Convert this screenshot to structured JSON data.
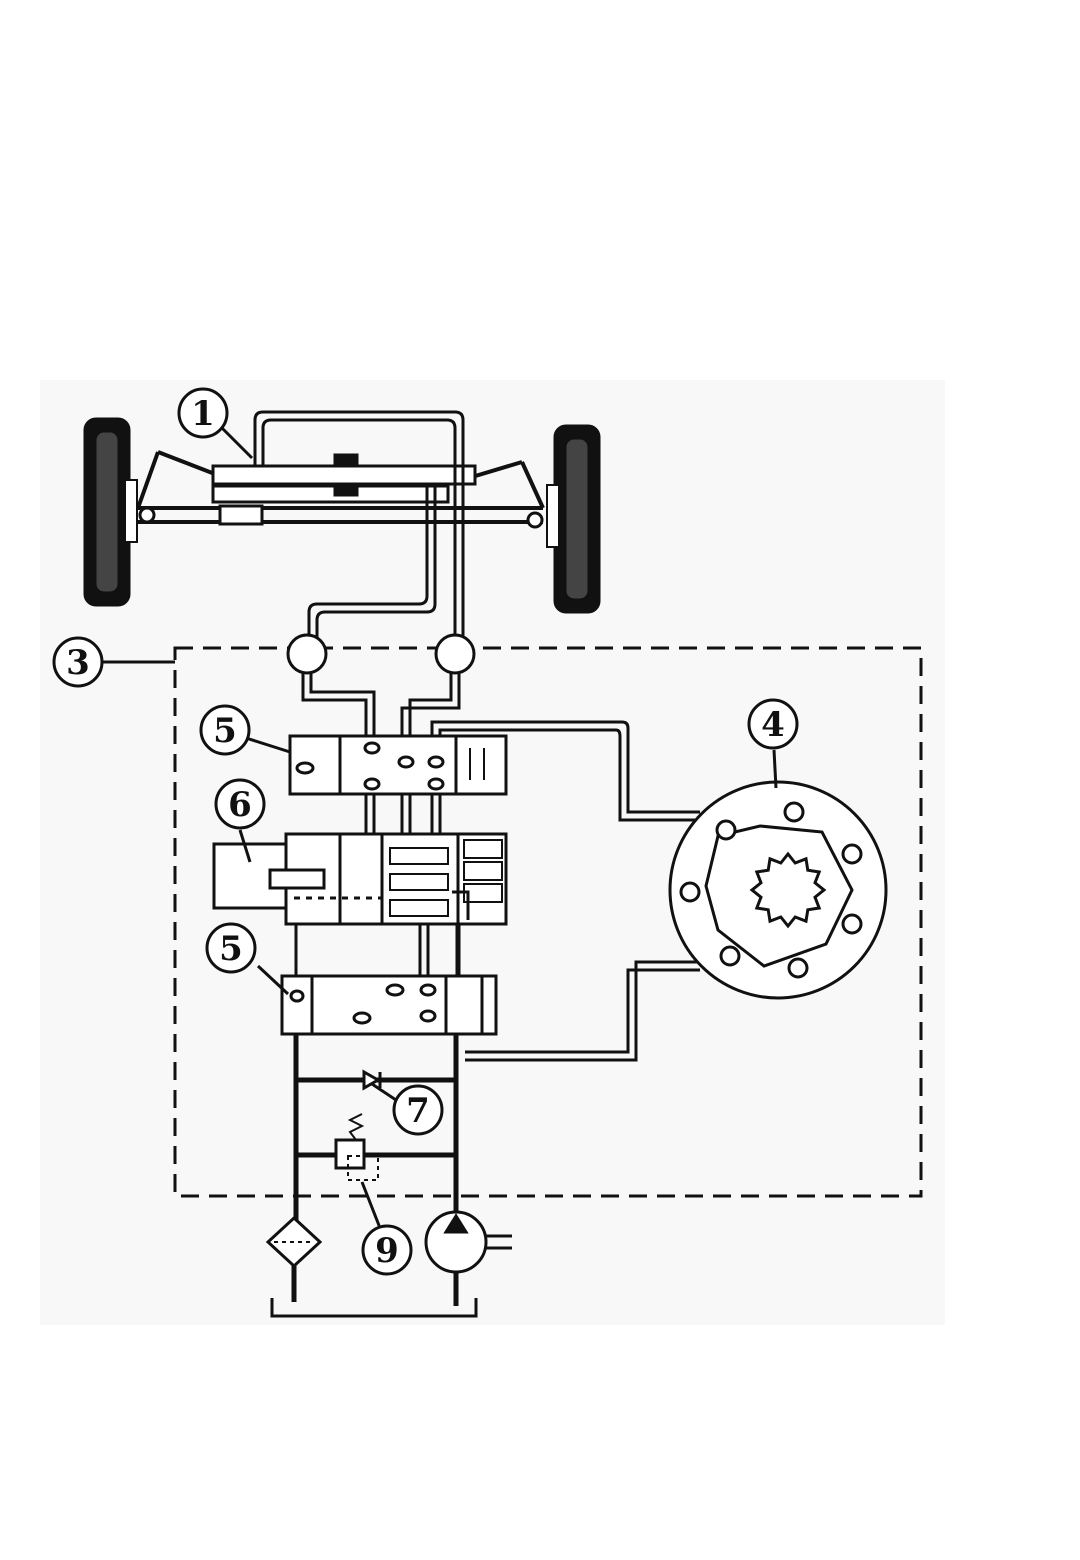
{
  "diagram": {
    "type": "hydraulic-steering-schematic",
    "callouts": [
      {
        "id": "c1",
        "label": "1",
        "refers_to": "steering-cylinder"
      },
      {
        "id": "c3",
        "label": "3",
        "refers_to": "steering-unit-housing"
      },
      {
        "id": "c4",
        "label": "4",
        "refers_to": "gerotor-metering-unit"
      },
      {
        "id": "c5a",
        "label": "5",
        "refers_to": "upper-valve-block"
      },
      {
        "id": "c6",
        "label": "6",
        "refers_to": "control-spool-valve"
      },
      {
        "id": "c5b",
        "label": "5",
        "refers_to": "lower-valve-block"
      },
      {
        "id": "c7",
        "label": "7",
        "refers_to": "check-valve"
      },
      {
        "id": "c9",
        "label": "9",
        "refers_to": "relief-valve"
      }
    ],
    "colors": {
      "line": "#111111",
      "background": "#ffffff",
      "panel_fill": "#f8f8f8",
      "component_fill": "#ffffff"
    }
  }
}
